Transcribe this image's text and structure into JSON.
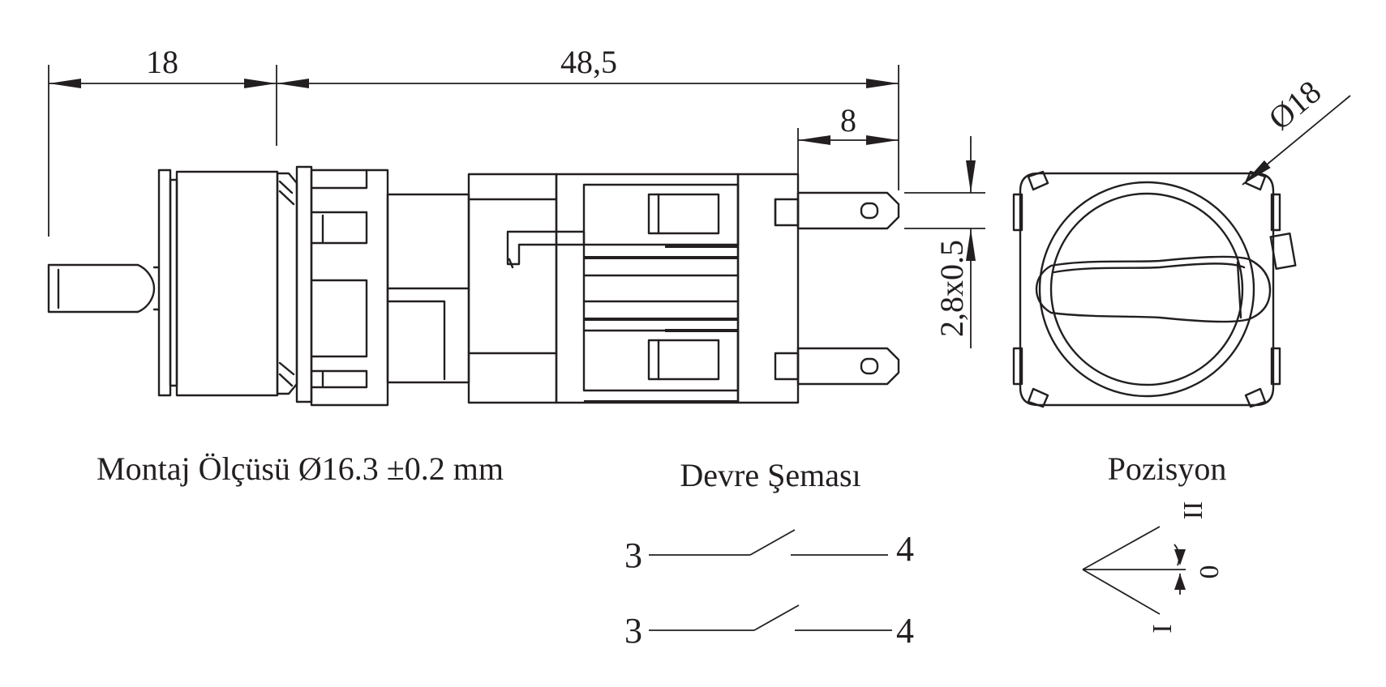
{
  "dimensions": {
    "handle_length": "18",
    "body_length": "48,5",
    "terminal_length": "8",
    "terminal_size": "2,8x0.5",
    "diameter": "Ø18"
  },
  "captions": {
    "mounting": "Montaj Ölçüsü Ø16.3 ±0.2 mm",
    "circuit": "Devre Şeması",
    "position": "Pozisyon"
  },
  "circuit": {
    "contact1": {
      "left": "3",
      "right": "4"
    },
    "contact2": {
      "left": "3",
      "right": "4"
    }
  },
  "positions": {
    "left": "I",
    "center": "0",
    "right": "II"
  },
  "colors": {
    "line": "#231f20",
    "background": "#ffffff"
  }
}
